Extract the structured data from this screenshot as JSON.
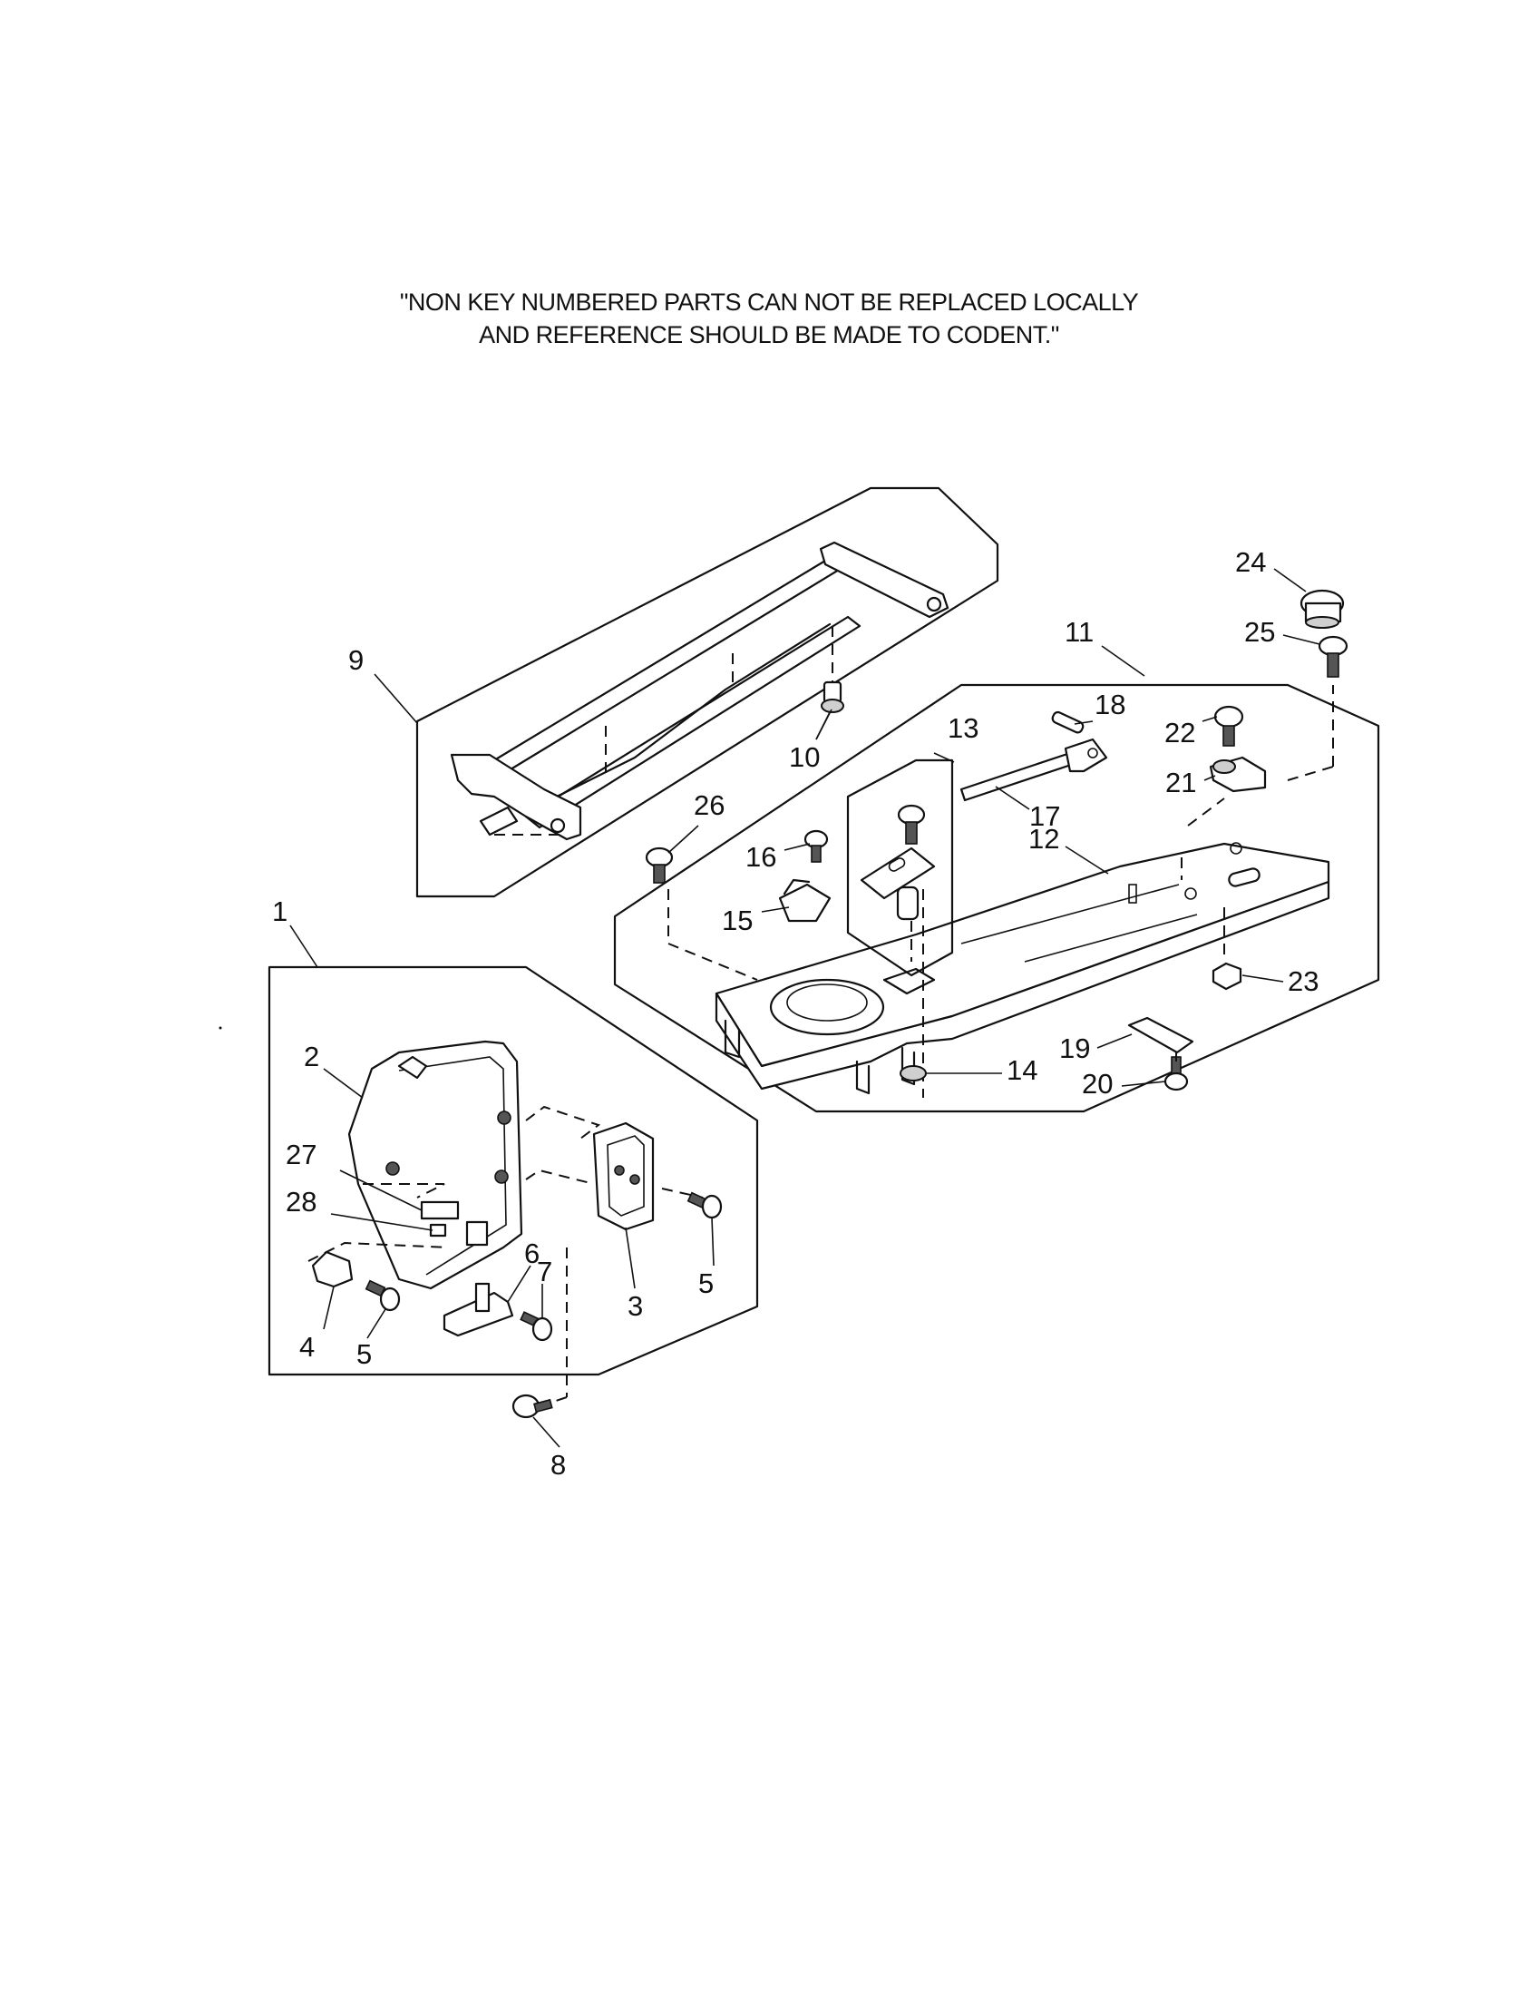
{
  "note": {
    "line1": "\"NON KEY NUMBERED PARTS CAN NOT BE REPLACED LOCALLY",
    "line2": "AND REFERENCE SHOULD BE MADE TO CODENT.\""
  },
  "callouts": {
    "c1": "1",
    "c2": "2",
    "c3": "3",
    "c4": "4",
    "c5a": "5",
    "c5b": "5",
    "c6": "6",
    "c7": "7",
    "c8": "8",
    "c9": "9",
    "c10": "10",
    "c11": "11",
    "c12": "12",
    "c13": "13",
    "c14": "14",
    "c15": "15",
    "c16": "16",
    "c17": "17",
    "c18": "18",
    "c19": "19",
    "c20": "20",
    "c21": "21",
    "c22": "22",
    "c23": "23",
    "c24": "24",
    "c25": "25",
    "c26": "26",
    "c27": "27",
    "c28": "28"
  }
}
